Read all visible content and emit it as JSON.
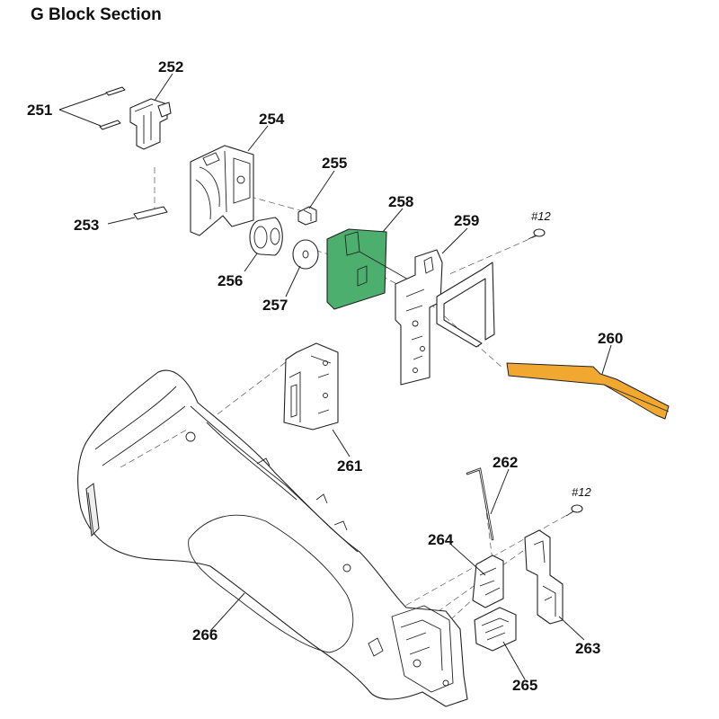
{
  "title": "G Block Section",
  "colors": {
    "highlight_board": "#4caf6e",
    "highlight_flex": "#f0a830",
    "line": "#222222"
  },
  "callouts": {
    "p251": "251",
    "p252": "252",
    "p253": "253",
    "p254": "254",
    "p255": "255",
    "p256": "256",
    "p257": "257",
    "p258": "258",
    "p259": "259",
    "p260": "260",
    "p261": "261",
    "p262": "262",
    "p263": "263",
    "p264": "264",
    "p265": "265",
    "p266": "266"
  },
  "screw_refs": {
    "upper": "#12",
    "lower": "#12"
  }
}
